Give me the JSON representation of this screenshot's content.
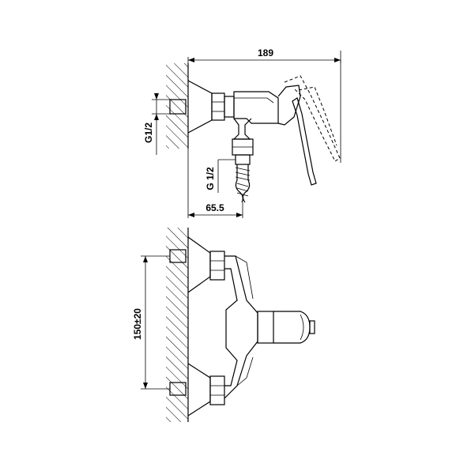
{
  "dimensions": {
    "overall_width": "189",
    "thread_inlet": "G1/2",
    "thread_outlet": "G 1/2",
    "wall_to_outlet": "65.5",
    "inlet_spacing": "150±20"
  }
}
